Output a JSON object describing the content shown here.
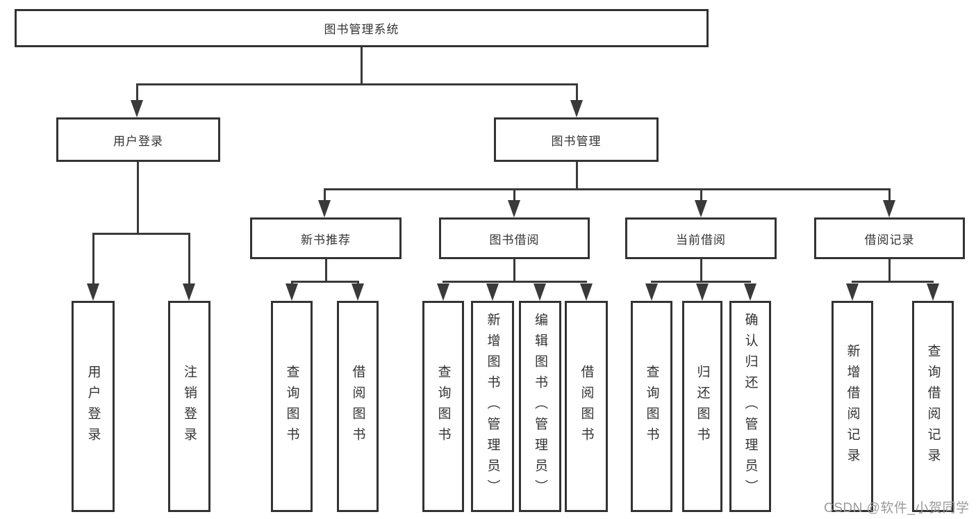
{
  "colors": {
    "line": "#3a3a3a",
    "box_border": "#333333",
    "box_fill": "#ffffff",
    "text": "#333333",
    "watermark_text": "#9b9b9b",
    "background": "#ffffff"
  },
  "watermark": {
    "text": "CSDN @软件_小贺同学"
  },
  "tree": {
    "label": "图书管理系统",
    "children": [
      {
        "label": "用户登录",
        "children": [
          {
            "label": "用户登录"
          },
          {
            "label": "注销登录"
          }
        ]
      },
      {
        "label": "图书管理",
        "children": [
          {
            "label": "新书推荐",
            "children": [
              {
                "label": "查询图书"
              },
              {
                "label": "借阅图书"
              }
            ]
          },
          {
            "label": "图书借阅",
            "children": [
              {
                "label": "查询图书"
              },
              {
                "label": "新增图书（管理员）"
              },
              {
                "label": "编辑图书（管理员）"
              },
              {
                "label": "借阅图书"
              }
            ]
          },
          {
            "label": "当前借阅",
            "children": [
              {
                "label": "查询图书"
              },
              {
                "label": "归还图书"
              },
              {
                "label": "确认归还（管理员）"
              }
            ]
          },
          {
            "label": "借阅记录",
            "children": [
              {
                "label": "新增借阅记录"
              },
              {
                "label": "查询借阅记录"
              }
            ]
          }
        ]
      }
    ]
  }
}
